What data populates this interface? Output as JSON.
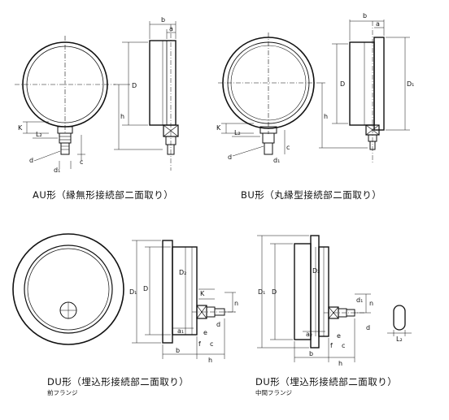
{
  "captions": {
    "au": "AU形（縁無形接続部二面取り）",
    "bu": "BU形（丸縁型接続部二面取り）",
    "du_front": "DU形（埋込形接続部二面取り）",
    "du_mid": "DU形（埋込形接続部二面取り）"
  },
  "subcaptions": {
    "du_front": "前フランジ",
    "du_mid": "中間フランジ"
  },
  "dims": {
    "a": "a",
    "b": "b",
    "D": "D",
    "D1": "D₁",
    "D2": "D₂",
    "h": "h",
    "K": "K",
    "L2": "L₂",
    "d": "d",
    "d1": "d₁",
    "c": "c",
    "e": "e",
    "f": "f",
    "n": "n",
    "a1": "a₁",
    "a2": "a₂"
  }
}
